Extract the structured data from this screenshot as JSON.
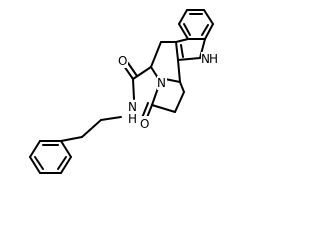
{
  "diagram_type": "skeletal-structure",
  "colors": {
    "background": "#ffffff",
    "bond": "#000000",
    "label": "#000000"
  },
  "atom_labels": {
    "indole_nh": "N",
    "indole_h": "H",
    "ring_n": "N",
    "amide_o": "O",
    "amide_n": "N",
    "amide_h": "H",
    "lactam_o": "O"
  }
}
